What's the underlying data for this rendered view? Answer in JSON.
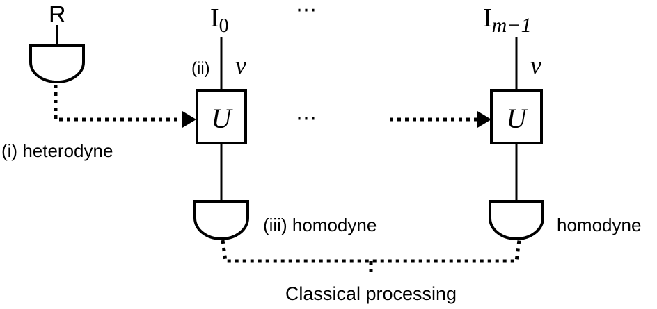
{
  "labels": {
    "r": "R",
    "i0_main": "I",
    "i0_sub": "0",
    "ellipsis_top": "⋯",
    "im1_main": "I",
    "im1_sub": "m−1",
    "step_ii": "(ii)",
    "nu1": "ν",
    "nu2": "ν",
    "u1": "U",
    "u2": "U",
    "ellipsis_mid": "⋯",
    "heterodyne": "(i) heterodyne",
    "homodyne_iii": "(iii) homodyne",
    "homodyne": "homodyne",
    "classical": "Classical processing"
  }
}
